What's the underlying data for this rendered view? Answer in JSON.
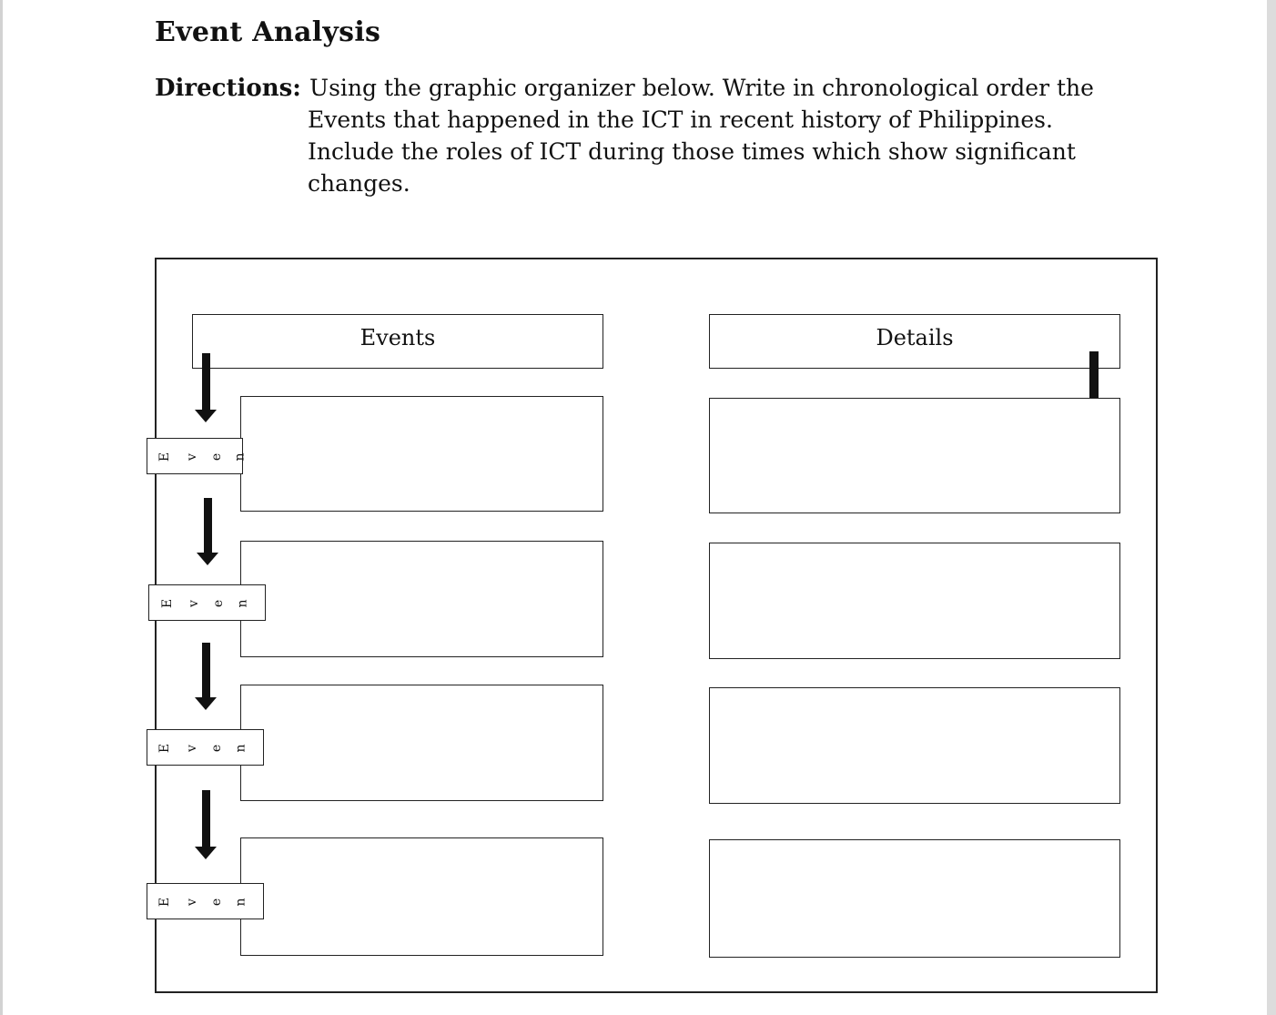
{
  "title": "Event Analysis",
  "directions": {
    "label": "Directions:",
    "lines": [
      "Using the graphic organizer below. Write in chronological order the",
      "Events that happened in the ICT in recent history of Philippines.",
      "Include the roles of ICT during those times which show significant",
      "changes."
    ]
  },
  "organizer": {
    "events_header": "Events",
    "details_header": "Details",
    "event_tags": [
      {
        "letters": [
          "E",
          "v",
          "e",
          "n"
        ]
      },
      {
        "letters": [
          "E",
          "v",
          "e",
          "n"
        ]
      },
      {
        "letters": [
          "E",
          "v",
          "e",
          "n"
        ]
      },
      {
        "letters": [
          "E",
          "v",
          "e",
          "n"
        ]
      }
    ]
  }
}
